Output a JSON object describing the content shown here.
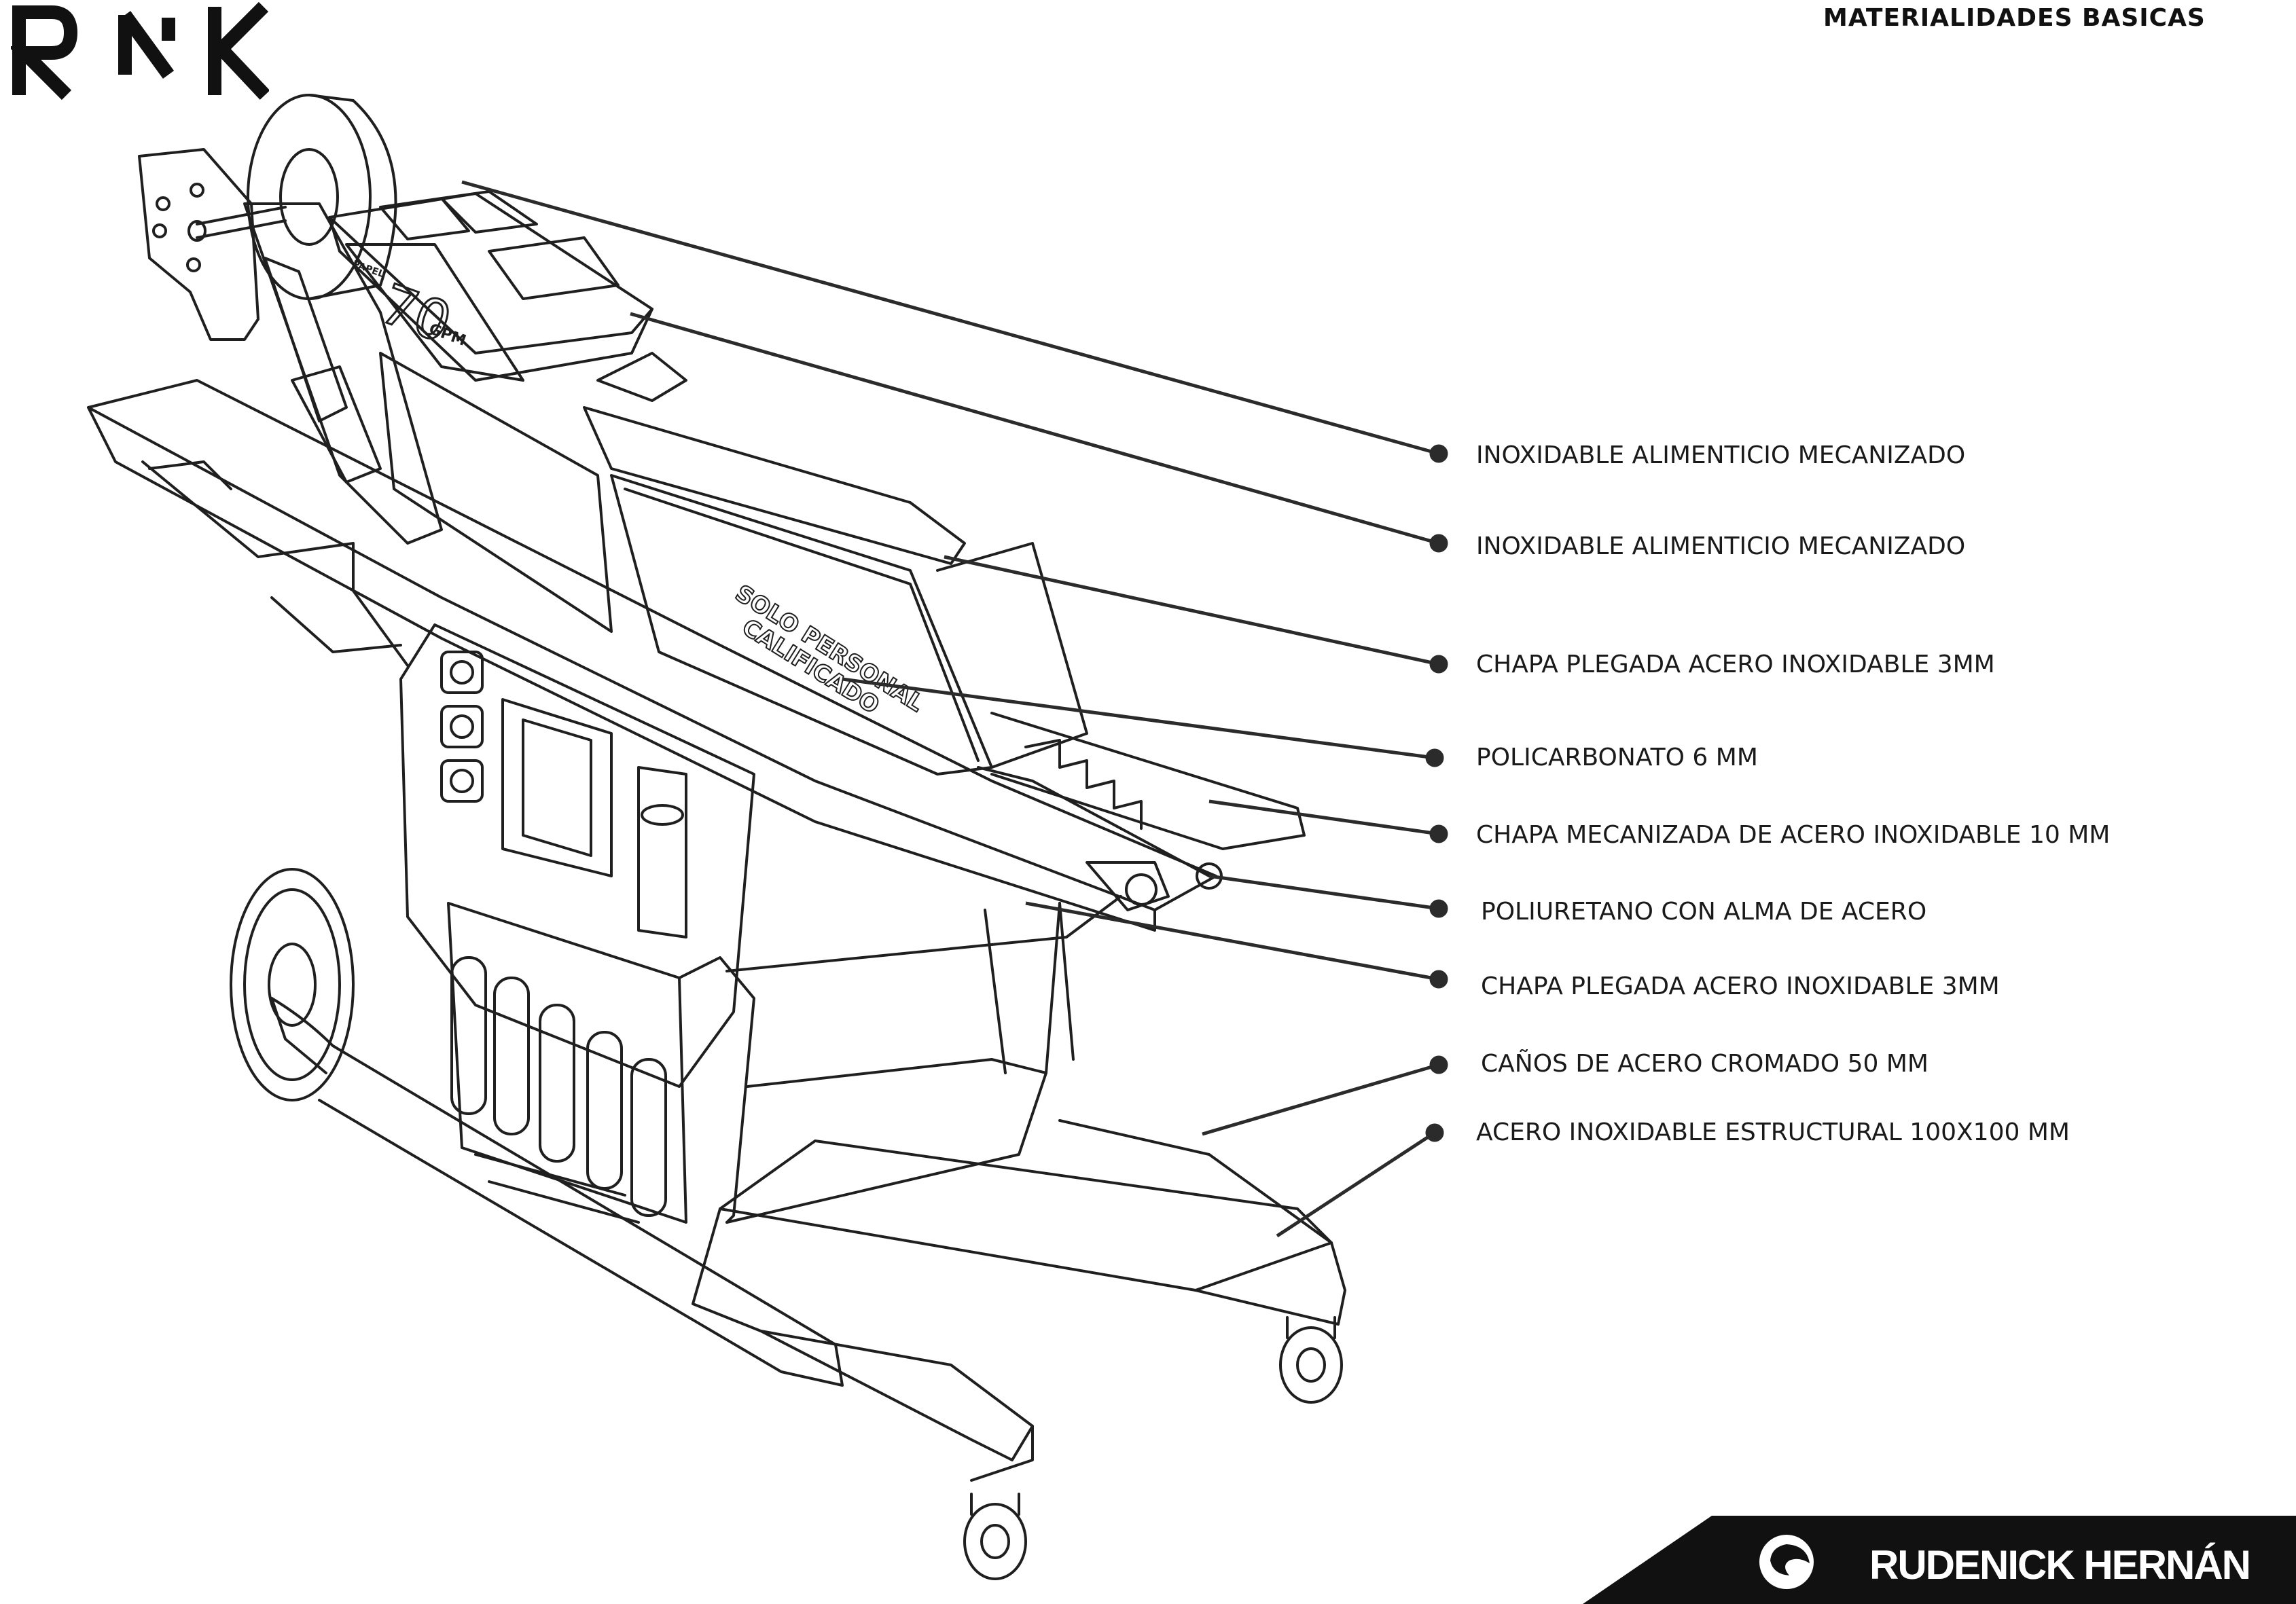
{
  "brand": {
    "logo_text": "RNK"
  },
  "header": {
    "title": "MATERIALIDADES BASICAS"
  },
  "callouts": [
    {
      "label": "INOXIDABLE ALIMENTICIO MECANIZADO"
    },
    {
      "label": "INOXIDABLE ALIMENTICIO MECANIZADO"
    },
    {
      "label": "CHAPA PLEGADA ACERO INOXIDABLE 3MM"
    },
    {
      "label": "POLICARBONATO 6 MM"
    },
    {
      "label": "CHAPA MECANIZADA DE ACERO INOXIDABLE 10 MM"
    },
    {
      "label": "POLIURETANO CON ALMA DE ACERO"
    },
    {
      "label": "CHAPA PLEGADA ACERO INOXIDABLE 3MM"
    },
    {
      "label": "CAÑOS DE ACERO CROMADO 50 MM"
    },
    {
      "label": "ACERO INOXIDABLE ESTRUCTURAL 100X100 MM"
    }
  ],
  "machine_markings": {
    "speed": "70",
    "speed_unit": "GPM",
    "panel_label": "PAPEL",
    "warning_line1": "SOLO PERSONAL",
    "warning_line2": "CALIFICADO"
  },
  "footer": {
    "author": "RUDENICK HERNÁN"
  },
  "colors": {
    "ink": "#1a1a1a",
    "line": "#2b2b2b",
    "band": "#111111",
    "background": "#ffffff"
  }
}
